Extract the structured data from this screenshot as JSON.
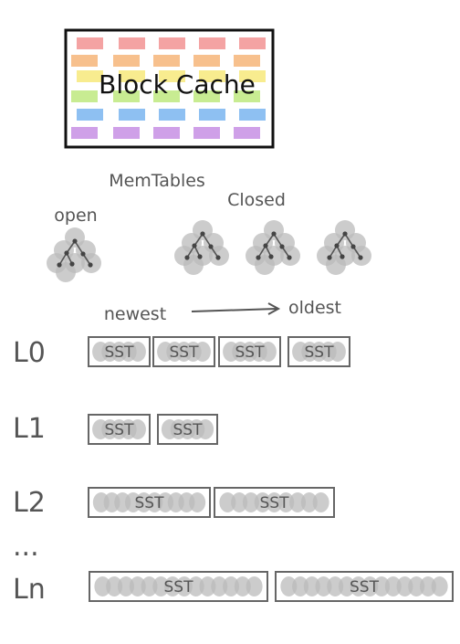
{
  "block_cache": {
    "label": "Block Cache",
    "tile_rows": [
      "#f4a3a3",
      "#f7c08d",
      "#f8ec8f",
      "#c8ec92",
      "#8ec0f2",
      "#cfa0e8"
    ]
  },
  "memtables": {
    "title": "MemTables",
    "open_label": "open",
    "closed_label": "Closed",
    "closed_count": 3
  },
  "ordering": {
    "newest_label": "newest",
    "oldest_label": "oldest"
  },
  "levels": [
    {
      "label": "L0",
      "sst_count": 4
    },
    {
      "label": "L1",
      "sst_count": 2
    },
    {
      "label": "L2",
      "sst_count": 2
    },
    {
      "label": "...",
      "sst_count": 0
    },
    {
      "label": "Ln",
      "sst_count": 2
    }
  ],
  "sst_label": "SST",
  "colors": {
    "stroke": "#555555",
    "blob": "#bbbbbb"
  }
}
